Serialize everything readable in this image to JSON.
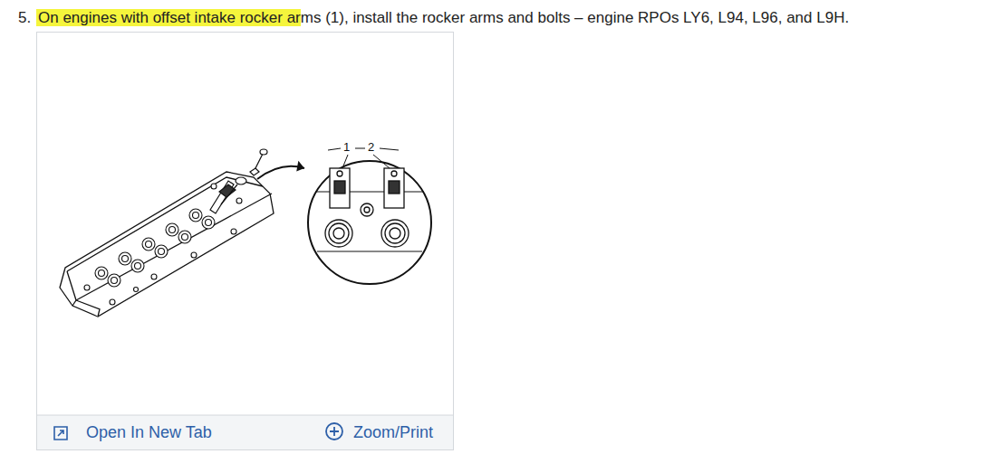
{
  "diagram": {
    "labels": [
      "5.",
      "On engines with offset intake rocker arms (1), install the rocker arms and bolts – engine RPOs LY6, L94, L96, and L9H.",
      "1",
      "2",
      "Open In New Tab",
      "Zoom/Print"
    ]
  }
}
